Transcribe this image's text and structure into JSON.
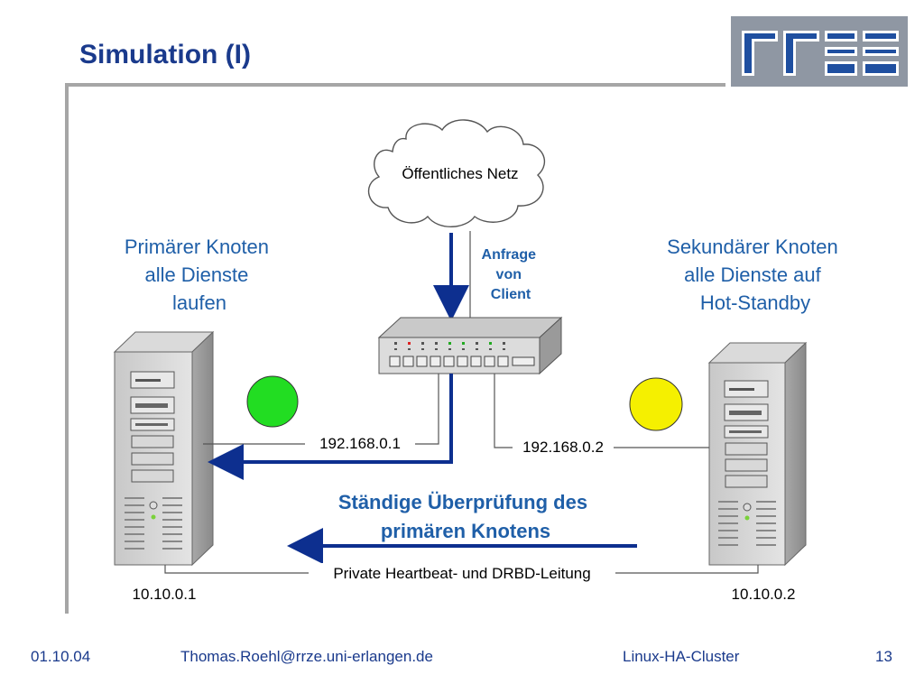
{
  "slide": {
    "title": "Simulation (I)",
    "logo_text": "RRZE"
  },
  "diagram": {
    "cloud_label": "Öffentliches Netz",
    "request_label": [
      "Anfrage",
      "von",
      "Client"
    ],
    "primary_label": [
      "Primärer Knoten",
      "alle Dienste",
      "laufen"
    ],
    "secondary_label": [
      "Sekundärer Knoten",
      "alle Dienste auf",
      "Hot-Standby"
    ],
    "ip_primary": "192.168.0.1",
    "ip_secondary": "192.168.0.2",
    "check_label": [
      "Ständige Überprüfung des",
      "primären Knotens"
    ],
    "heartbeat_label": "Private Heartbeat- und DRBD-Leitung",
    "private_ip_primary": "10.10.0.1",
    "private_ip_secondary": "10.10.0.2",
    "status_primary_color": "#22dd22",
    "status_secondary_color": "#f5f000"
  },
  "footer": {
    "date": "01.10.04",
    "email": "Thomas.Roehl@rrze.uni-erlangen.de",
    "topic": "Linux-HA-Cluster",
    "page": "13"
  },
  "colors": {
    "title": "#1a3a8c",
    "label_blue": "#1f5fa8",
    "arrow": "#0d2f8f"
  }
}
